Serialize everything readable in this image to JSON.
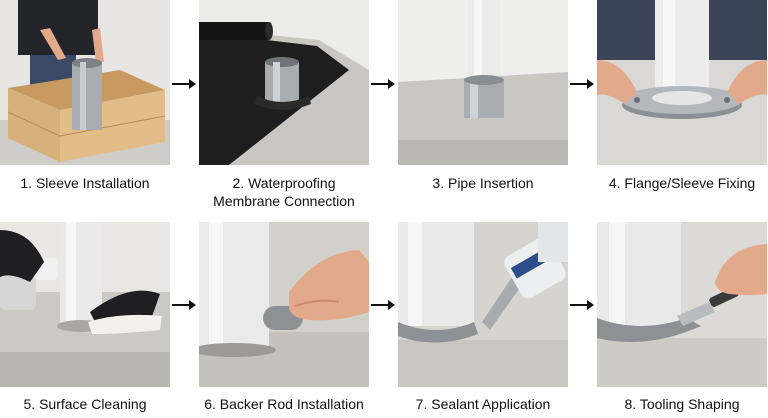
{
  "steps": [
    {
      "number": "1.",
      "label": "Sleeve Installation",
      "label_line2": ""
    },
    {
      "number": "2.",
      "label": "Waterproofing",
      "label_line2": "Membrane Connection"
    },
    {
      "number": "3.",
      "label": "Pipe Insertion",
      "label_line2": ""
    },
    {
      "number": "4.",
      "label": "Flange/Sleeve Fixing",
      "label_line2": ""
    },
    {
      "number": "5.",
      "label": "Surface Cleaning",
      "label_line2": ""
    },
    {
      "number": "6.",
      "label": "Backer Rod Installation",
      "label_line2": ""
    },
    {
      "number": "7.",
      "label": "Sealant Application",
      "label_line2": ""
    },
    {
      "number": "8.",
      "label": "Tooling Shaping",
      "label_line2": ""
    }
  ],
  "arrow_icon": "right-arrow-icon",
  "colors": {
    "concrete": "#c9c7c2",
    "wood": "#d8b07a",
    "membrane": "#1e1e1e",
    "pvc": "#e9e9e9",
    "steel": "#a9adb2",
    "sealant": "#8e9094",
    "skin": "#e2a98a",
    "glove": "#1f1f22"
  }
}
